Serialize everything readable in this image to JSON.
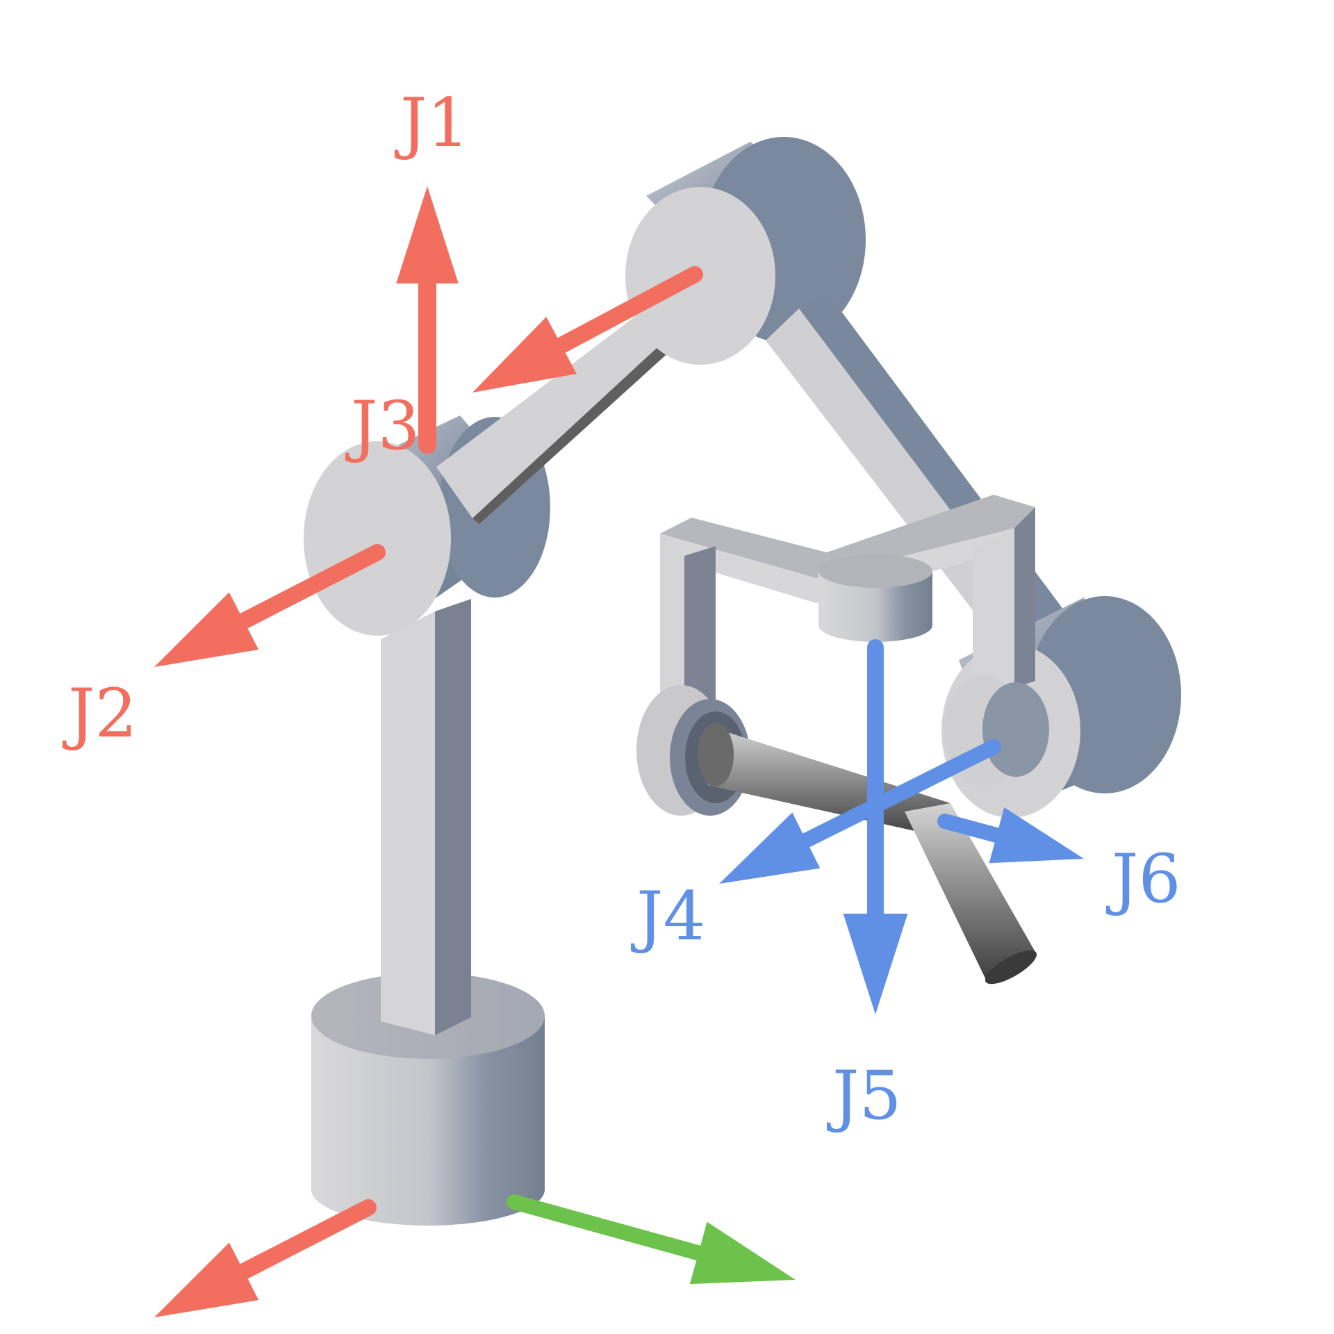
{
  "colors": {
    "proximal_joints": "#f26f5f",
    "wrist_joints": "#6090e6",
    "base_y_axis": "#6cc24a",
    "link_light": "#d6d6d8",
    "link_dark": "#7a8698",
    "tool": "#8a8a8a"
  },
  "joints": {
    "j1": {
      "label": "J1"
    },
    "j2": {
      "label": "J2"
    },
    "j3": {
      "label": "J3"
    },
    "j4": {
      "label": "J4"
    },
    "j5": {
      "label": "J5"
    },
    "j6": {
      "label": "J6"
    }
  }
}
